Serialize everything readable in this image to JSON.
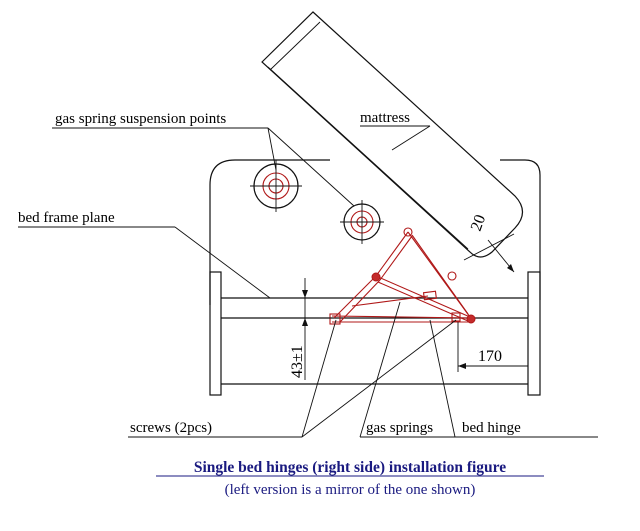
{
  "labels": {
    "gas_spring_points": "gas spring suspension points",
    "mattress": "mattress",
    "bed_frame_plane": "bed frame plane",
    "screws": "screws (2pcs)",
    "gas_springs": "gas springs",
    "bed_hinge": "bed hinge"
  },
  "dimensions": {
    "d20": "20",
    "d170": "170",
    "d43": "43±1"
  },
  "caption": {
    "title": "Single bed hinges (right side) installation figure",
    "subtitle": "(left version is a mirror of the one shown)"
  },
  "colors": {
    "line": "#111111",
    "hinge": "#b01818",
    "caption": "#1a1a80"
  }
}
